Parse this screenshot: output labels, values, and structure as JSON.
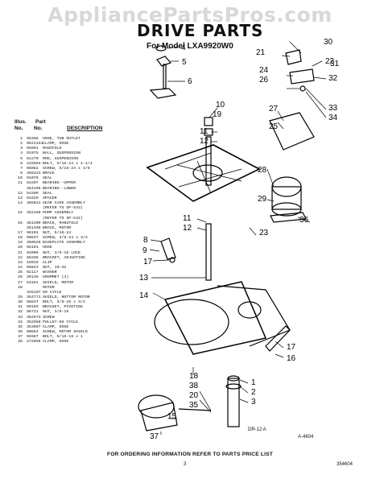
{
  "watermark": "AppliancePartsPros.com",
  "header": {
    "title": "DRIVE PARTS",
    "subtitle": "For Model LXA9920W0"
  },
  "parts_legend": {
    "headings": {
      "illus_label": "Illus.",
      "part_label": "Part",
      "no_label": "No.",
      "no_label_2": "No.",
      "description_label": "DESCRIPTION"
    },
    "rows": [
      {
        "illus": "1",
        "part": "96386",
        "description": "HOSE, TUB OUTLET"
      },
      {
        "illus": "2",
        "part": "9621331",
        "description": "CLAMP, HOSE"
      },
      {
        "illus": "3",
        "part": "96091",
        "description": "MANIFOLD"
      },
      {
        "illus": "4",
        "part": "91075",
        "description": "BALL, SUSPENSION"
      },
      {
        "illus": "5",
        "part": "61270",
        "description": "ROD, SUSPENSION"
      },
      {
        "illus": "6",
        "part": "433594",
        "description": "BOLT, 5/16-24 x 1-1/4"
      },
      {
        "illus": "7",
        "part": "98082",
        "description": "SCREW, 5/16-24 x 3/8"
      },
      {
        "illus": "8",
        "part": "358331",
        "description": "BRACE"
      },
      {
        "illus": "10",
        "part": "91076",
        "description": "SEAL"
      },
      {
        "illus": "11",
        "part": "54207",
        "description": "BEARING--UPPER"
      },
      {
        "illus": "",
        "part": "354196",
        "description": "BEARING--LOWER"
      },
      {
        "illus": "12",
        "part": "54209",
        "description": "SEAL"
      },
      {
        "illus": "13",
        "part": "93429",
        "description": "SPACER"
      },
      {
        "illus": "14",
        "part": "368011",
        "description": "GEAR CASE ASSEMBLY"
      },
      {
        "illus": "",
        "part": "",
        "description": "(REFER TO SP-543)"
      },
      {
        "illus": "15",
        "part": "352180",
        "description": "PUMP ASSEMBLY"
      },
      {
        "illus": "",
        "part": "",
        "description": "(REFER TO SP-542)"
      },
      {
        "illus": "16",
        "part": "351300",
        "description": "BRACE, MANIFOLD"
      },
      {
        "illus": "",
        "part": "351499",
        "description": "BRACE, MOTOR"
      },
      {
        "illus": "17",
        "part": "96101",
        "description": "NUT, 5/16-24"
      },
      {
        "illus": "18",
        "part": "90837",
        "description": "SCREW, 3/8-24 x 3/4"
      },
      {
        "illus": "19",
        "part": "360526",
        "description": "BASEPLATE ASSEMBLY"
      },
      {
        "illus": "20",
        "part": "96101",
        "description": "HOSE"
      },
      {
        "illus": "21",
        "part": "94006",
        "description": "NUT, 3/8-16 LOCK"
      },
      {
        "illus": "22",
        "part": "85286",
        "description": "BRACKET, ADJUSTING"
      },
      {
        "illus": "23",
        "part": "16019",
        "description": "CLIP"
      },
      {
        "illus": "24",
        "part": "98023",
        "description": "NUT, 10-32"
      },
      {
        "illus": "25",
        "part": "92117",
        "description": "WASHER"
      },
      {
        "illus": "26",
        "part": "39138",
        "description": "GROMMET (4)"
      },
      {
        "illus": "27",
        "part": "63181",
        "description": "SHIELD, MOTOR"
      },
      {
        "illus": "28",
        "part": "",
        "description": "MOTOR"
      },
      {
        "illus": "",
        "part": "345197",
        "description": "60 CYCLE"
      },
      {
        "illus": "29",
        "part": "354771",
        "description": "SHIELD, BOTTOM MOTOR"
      },
      {
        "illus": "30",
        "part": "98637",
        "description": "BOLT, 3/8-16 x 3/4"
      },
      {
        "illus": "31",
        "part": "90169",
        "description": "BRACKET, PIVOTING"
      },
      {
        "illus": "32",
        "part": "98721",
        "description": "NUT, 3/8-16"
      },
      {
        "illus": "33",
        "part": "352973",
        "description": "SCREW"
      },
      {
        "illus": "34",
        "part": "352958",
        "description": "PULLEY-60 CYCLE"
      },
      {
        "illus": "35",
        "part": "353097",
        "description": "CLAMP, HOSE"
      },
      {
        "illus": "36",
        "part": "90664",
        "description": "SCREW, MOTOR SHIELD"
      },
      {
        "illus": "37",
        "part": "94667",
        "description": "BOLT, 5/16-18 x 1"
      },
      {
        "illus": "38",
        "part": "272858",
        "description": "CLAMP, HOSE"
      }
    ]
  },
  "callouts": [
    {
      "id": "c30",
      "label": "30"
    },
    {
      "id": "c21",
      "label": "21"
    },
    {
      "id": "c4",
      "label": "4"
    },
    {
      "id": "c22",
      "label": "22"
    },
    {
      "id": "c31",
      "label": "31"
    },
    {
      "id": "c24",
      "label": "24"
    },
    {
      "id": "c26",
      "label": "26"
    },
    {
      "id": "c32",
      "label": "32"
    },
    {
      "id": "c5",
      "label": "5"
    },
    {
      "id": "c6",
      "label": "6"
    },
    {
      "id": "c10",
      "label": "10"
    },
    {
      "id": "c19",
      "label": "19"
    },
    {
      "id": "c33",
      "label": "33"
    },
    {
      "id": "c34",
      "label": "34"
    },
    {
      "id": "c27",
      "label": "27"
    },
    {
      "id": "c25",
      "label": "25"
    },
    {
      "id": "c11a",
      "label": "11"
    },
    {
      "id": "c12a",
      "label": "12"
    },
    {
      "id": "c28",
      "label": "28"
    },
    {
      "id": "c29",
      "label": "29"
    },
    {
      "id": "c36",
      "label": "36"
    },
    {
      "id": "c23a",
      "label": "23"
    },
    {
      "id": "c11b",
      "label": "11"
    },
    {
      "id": "c12b",
      "label": "12"
    },
    {
      "id": "c8",
      "label": "8"
    },
    {
      "id": "c9",
      "label": "9"
    },
    {
      "id": "c17a",
      "label": "17"
    },
    {
      "id": "c13",
      "label": "13"
    },
    {
      "id": "c14",
      "label": "14"
    },
    {
      "id": "c17b",
      "label": "17"
    },
    {
      "id": "c16",
      "label": "16"
    },
    {
      "id": "c18",
      "label": "18"
    },
    {
      "id": "c38",
      "label": "38"
    },
    {
      "id": "c1",
      "label": "1"
    },
    {
      "id": "c2",
      "label": "2"
    },
    {
      "id": "c3",
      "label": "3"
    },
    {
      "id": "c20",
      "label": "20"
    },
    {
      "id": "c35",
      "label": "35"
    },
    {
      "id": "c15",
      "label": "15"
    },
    {
      "id": "c37",
      "label": "37"
    }
  ],
  "diagram_codes": {
    "dr": "DR-12 A",
    "a": "A-4604"
  },
  "footer": {
    "note": "FOR ORDERING INFORMATION REFER TO PARTS PRICE LIST",
    "page_number": "3",
    "doc_number": "354604"
  }
}
